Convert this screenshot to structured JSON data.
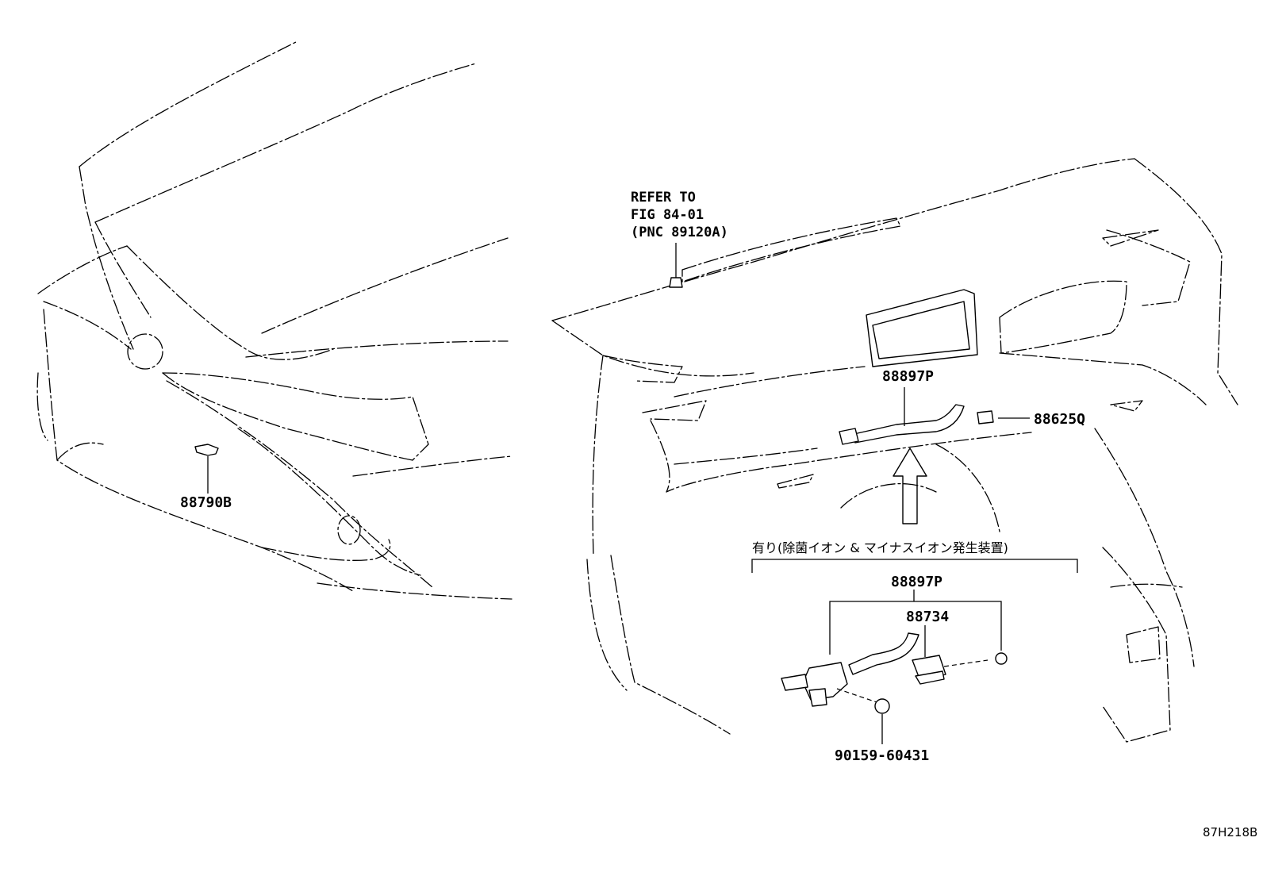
{
  "refer_note": {
    "line1": "REFER TO",
    "line2": "FIG 84-01",
    "line3": "(PNC 89120A)"
  },
  "labels": {
    "front_sensor": "88790B",
    "dash_hose": "88897P",
    "dash_connector": "88625Q",
    "option_hose": "88897P",
    "ion_generator": "88734",
    "screw": "90159-60431"
  },
  "option_caption": "有り(除菌イオン & マイナスイオン発生装置)",
  "figure_code": "87H218B"
}
